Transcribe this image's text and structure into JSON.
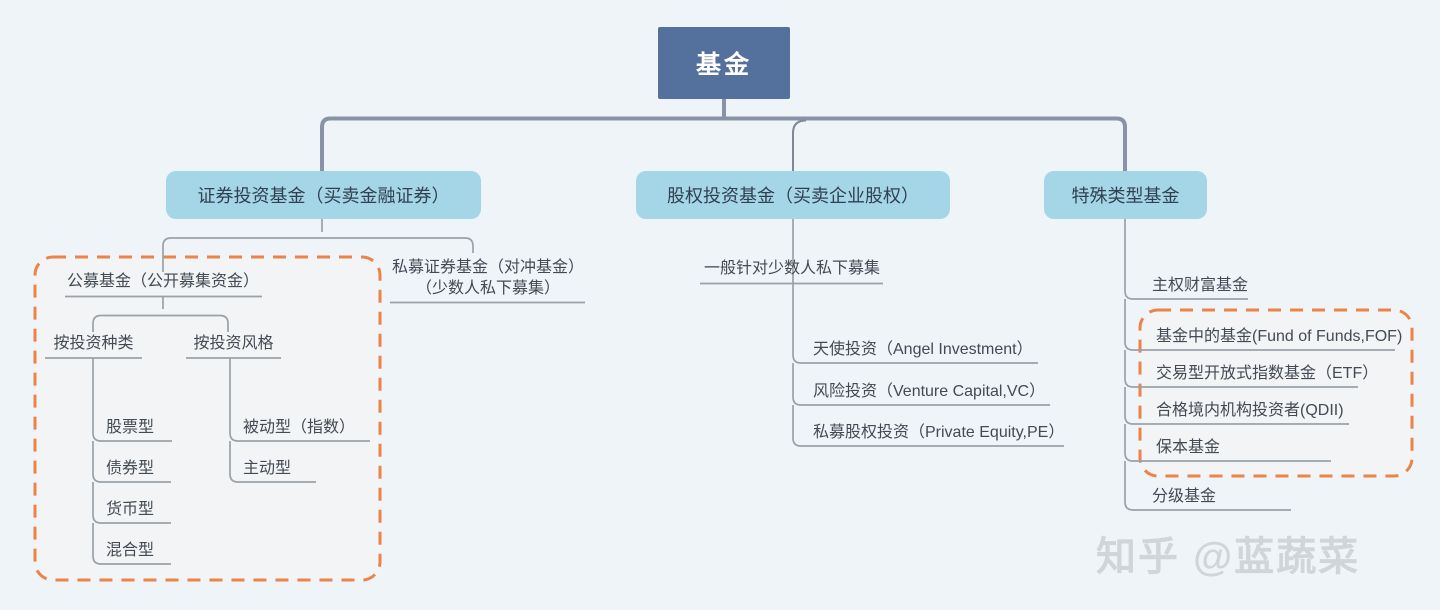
{
  "tree": {
    "root_label": "基金",
    "securities": {
      "label": "证券投资基金（买卖金融证券）",
      "public_fund": {
        "label": "公募基金（公开募集资金）",
        "by_type": {
          "label": "按投资种类",
          "children": [
            "股票型",
            "债券型",
            "货币型",
            "混合型"
          ]
        },
        "by_style": {
          "label": "按投资风格",
          "children": [
            "被动型（指数）",
            "主动型"
          ]
        }
      },
      "private_fund": {
        "line1": "私募证券基金（对冲基金）",
        "line2": "（少数人私下募集）"
      }
    },
    "equity": {
      "label": "股权投资基金（买卖企业股权）",
      "note": "一般针对少数人私下募集",
      "children": [
        "天使投资（Angel Investment）",
        "风险投资（Venture Capital,VC）",
        "私募股权投资（Private Equity,PE）"
      ]
    },
    "special": {
      "label": "特殊类型基金",
      "children": [
        "主权财富基金",
        "基金中的基金(Fund of Funds,FOF)",
        "交易型开放式指数基金（ETF）",
        "合格境内机构投资者(QDII)",
        "保本基金",
        "分级基金"
      ]
    }
  },
  "watermark": "知乎 @蓝蔬菜",
  "colors": {
    "background": "#eef4f8",
    "root_fill": "#54719e",
    "branch_fill": "#a4d6e7",
    "connector_thick": "#8a93a5",
    "connector_thin": "#9aa1a9",
    "highlight_dash": "#ec8449",
    "text": "#434a54",
    "watermark": "#d2d5d8"
  }
}
